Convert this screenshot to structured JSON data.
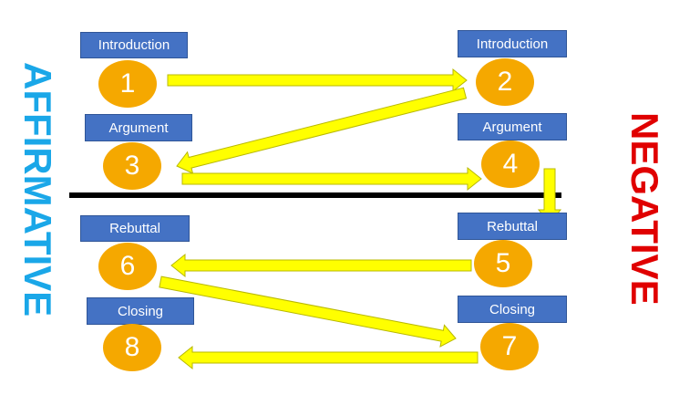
{
  "sides": {
    "left": "AFFIRMATIVE",
    "right": "NEGATIVE"
  },
  "colors": {
    "label_box": "#4472c4",
    "circle": "#f5a800",
    "arrow_fill": "#ffff00",
    "arrow_stroke": "#b8b800",
    "affirmative": "#1aa7e8",
    "negative": "#e00000",
    "divider": "#000000"
  },
  "steps": [
    {
      "number": "1",
      "label": "Introduction",
      "side": "affirmative"
    },
    {
      "number": "2",
      "label": "Introduction",
      "side": "negative"
    },
    {
      "number": "3",
      "label": "Argument",
      "side": "affirmative"
    },
    {
      "number": "4",
      "label": "Argument",
      "side": "negative"
    },
    {
      "number": "5",
      "label": "Rebuttal",
      "side": "negative"
    },
    {
      "number": "6",
      "label": "Rebuttal",
      "side": "affirmative"
    },
    {
      "number": "7",
      "label": "Closing",
      "side": "negative"
    },
    {
      "number": "8",
      "label": "Closing",
      "side": "affirmative"
    }
  ],
  "flow": [
    [
      "1",
      "2"
    ],
    [
      "2",
      "3"
    ],
    [
      "3",
      "4"
    ],
    [
      "4",
      "5"
    ],
    [
      "5",
      "6"
    ],
    [
      "6",
      "7"
    ],
    [
      "7",
      "8"
    ]
  ]
}
